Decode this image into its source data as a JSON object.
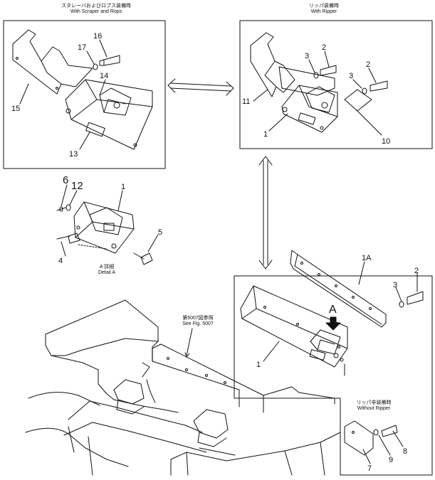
{
  "panels": {
    "scraper": {
      "title_jp": "スタレーバおよびロプス装備時",
      "title_en": "With Scraper and Rops"
    },
    "ripper": {
      "title_jp": "リッパ装備時",
      "title_en": "With Ripper"
    },
    "detail": {
      "title_jp": "A 詳細",
      "title_en": "Detail A"
    },
    "without_ripper": {
      "title_jp": "リッパ非装備時",
      "title_en": "Without Ripper"
    },
    "see_fig": {
      "title_jp": "第5007図参照",
      "title_en": "See Fig. 5007"
    }
  },
  "callouts": {
    "c16": "16",
    "c17": "17",
    "c14": "14",
    "c15": "15",
    "c13": "13",
    "c3a": "3",
    "c2a": "2",
    "c3b": "3",
    "c2b": "2",
    "c11": "11",
    "c1a": "1",
    "c10": "10",
    "c6": "6",
    "c12": "12",
    "c1b": "1",
    "c5": "5",
    "c4": "4",
    "c1A": "1A",
    "c2c": "2",
    "c3c": "3",
    "cA": "A",
    "c1c": "1",
    "c7": "7",
    "c9": "9",
    "c8": "8"
  }
}
